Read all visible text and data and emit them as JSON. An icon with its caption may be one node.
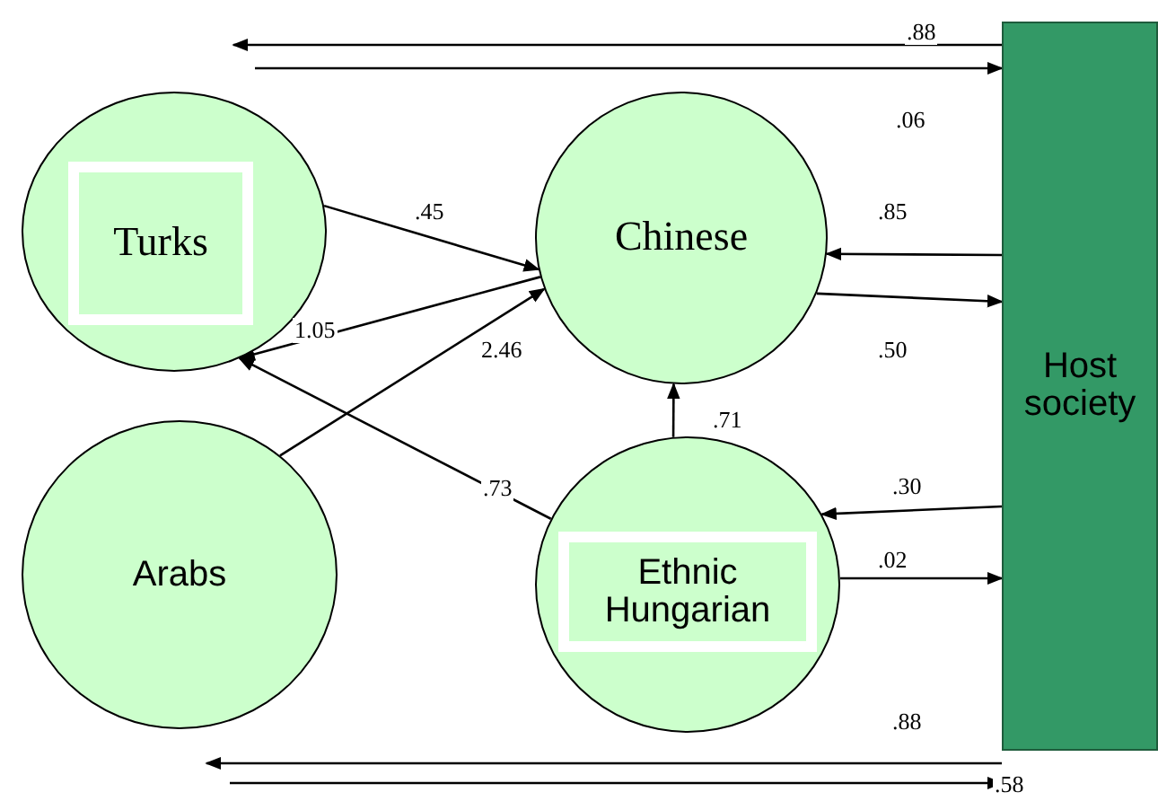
{
  "diagram": {
    "nodes": [
      {
        "text": [
          "Turks"
        ]
      },
      {
        "text": [
          "Chinese"
        ]
      },
      {
        "text": [
          "Arabs"
        ]
      },
      {
        "text": [
          "Ethnic Hungarian"
        ]
      },
      {
        "text": [
          "Host society"
        ]
      }
    ],
    "edges": [
      {
        "from": 4,
        "to": null,
        "arrow": "to",
        "label": ".88"
      },
      {
        "from": null,
        "to": 4,
        "arrow": "to",
        "label": ".06"
      },
      {
        "from": 0,
        "to": 1,
        "arrow": "to",
        "label": ".45"
      },
      {
        "from": 1,
        "to": 0,
        "arrow": "to",
        "label": "1.05"
      },
      {
        "from": 2,
        "to": 1,
        "arrow": "to",
        "label": "2.46"
      },
      {
        "from": 3,
        "to": 0,
        "arrow": "to",
        "label": ".73"
      },
      {
        "from": 3,
        "to": 1,
        "arrow": "to",
        "label": ".71"
      },
      {
        "from": 4,
        "to": 1,
        "arrow": "to",
        "label": ".85"
      },
      {
        "from": 1,
        "to": 4,
        "arrow": "to",
        "label": ".50"
      },
      {
        "from": 4,
        "to": 3,
        "arrow": "to",
        "label": ".30"
      },
      {
        "from": 3,
        "to": 4,
        "arrow": "to",
        "label": ".02"
      },
      {
        "from": 4,
        "to": 2,
        "arrow": "to",
        "label": ".88"
      },
      {
        "from": null,
        "to": 4,
        "arrow": "to",
        "label": ".58"
      }
    ]
  }
}
